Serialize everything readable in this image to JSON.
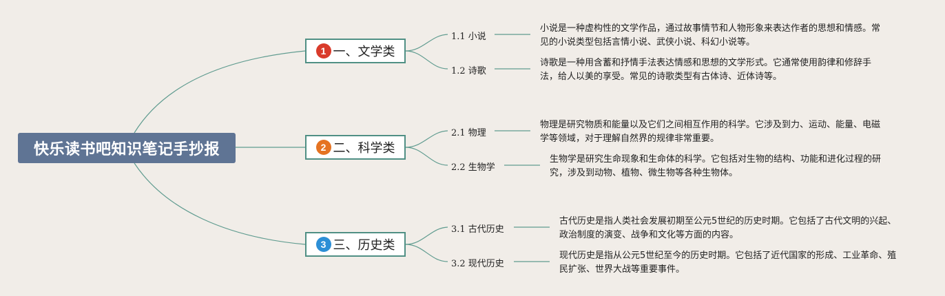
{
  "root": {
    "title": "快乐读书吧知识笔记手抄报"
  },
  "branches": [
    {
      "badge": "1",
      "color": "#d93b2b",
      "label": "一、文学类",
      "children": [
        {
          "label": "1.1 小说",
          "desc": "小说是一种虚构性的文学作品，通过故事情节和人物形象来表达作者的思想和情感。常见的小说类型包括言情小说、武侠小说、科幻小说等。"
        },
        {
          "label": "1.2 诗歌",
          "desc": "诗歌是一种用含蓄和抒情手法表达情感和思想的文学形式。它通常使用韵律和修辞手法，给人以美的享受。常见的诗歌类型有古体诗、近体诗等。"
        }
      ]
    },
    {
      "badge": "2",
      "color": "#e57322",
      "label": "二、科学类",
      "children": [
        {
          "label": "2.1 物理",
          "desc": "物理是研究物质和能量以及它们之间相互作用的科学。它涉及到力、运动、能量、电磁学等领域，对于理解自然界的规律非常重要。"
        },
        {
          "label": "2.2 生物学",
          "desc": "生物学是研究生命现象和生命体的科学。它包括对生物的结构、功能和进化过程的研究，涉及到动物、植物、微生物等各种生物体。"
        }
      ]
    },
    {
      "badge": "3",
      "color": "#2d8fd6",
      "label": "三、历史类",
      "children": [
        {
          "label": "3.1 古代历史",
          "desc": "古代历史是指人类社会发展初期至公元5世纪的历史时期。它包括了古代文明的兴起、政治制度的演变、战争和文化等方面的内容。"
        },
        {
          "label": "3.2 现代历史",
          "desc": "现代历史是指从公元5世纪至今的历史时期。它包括了近代国家的形成、工业革命、殖民扩张、世界大战等重要事件。"
        }
      ]
    }
  ]
}
